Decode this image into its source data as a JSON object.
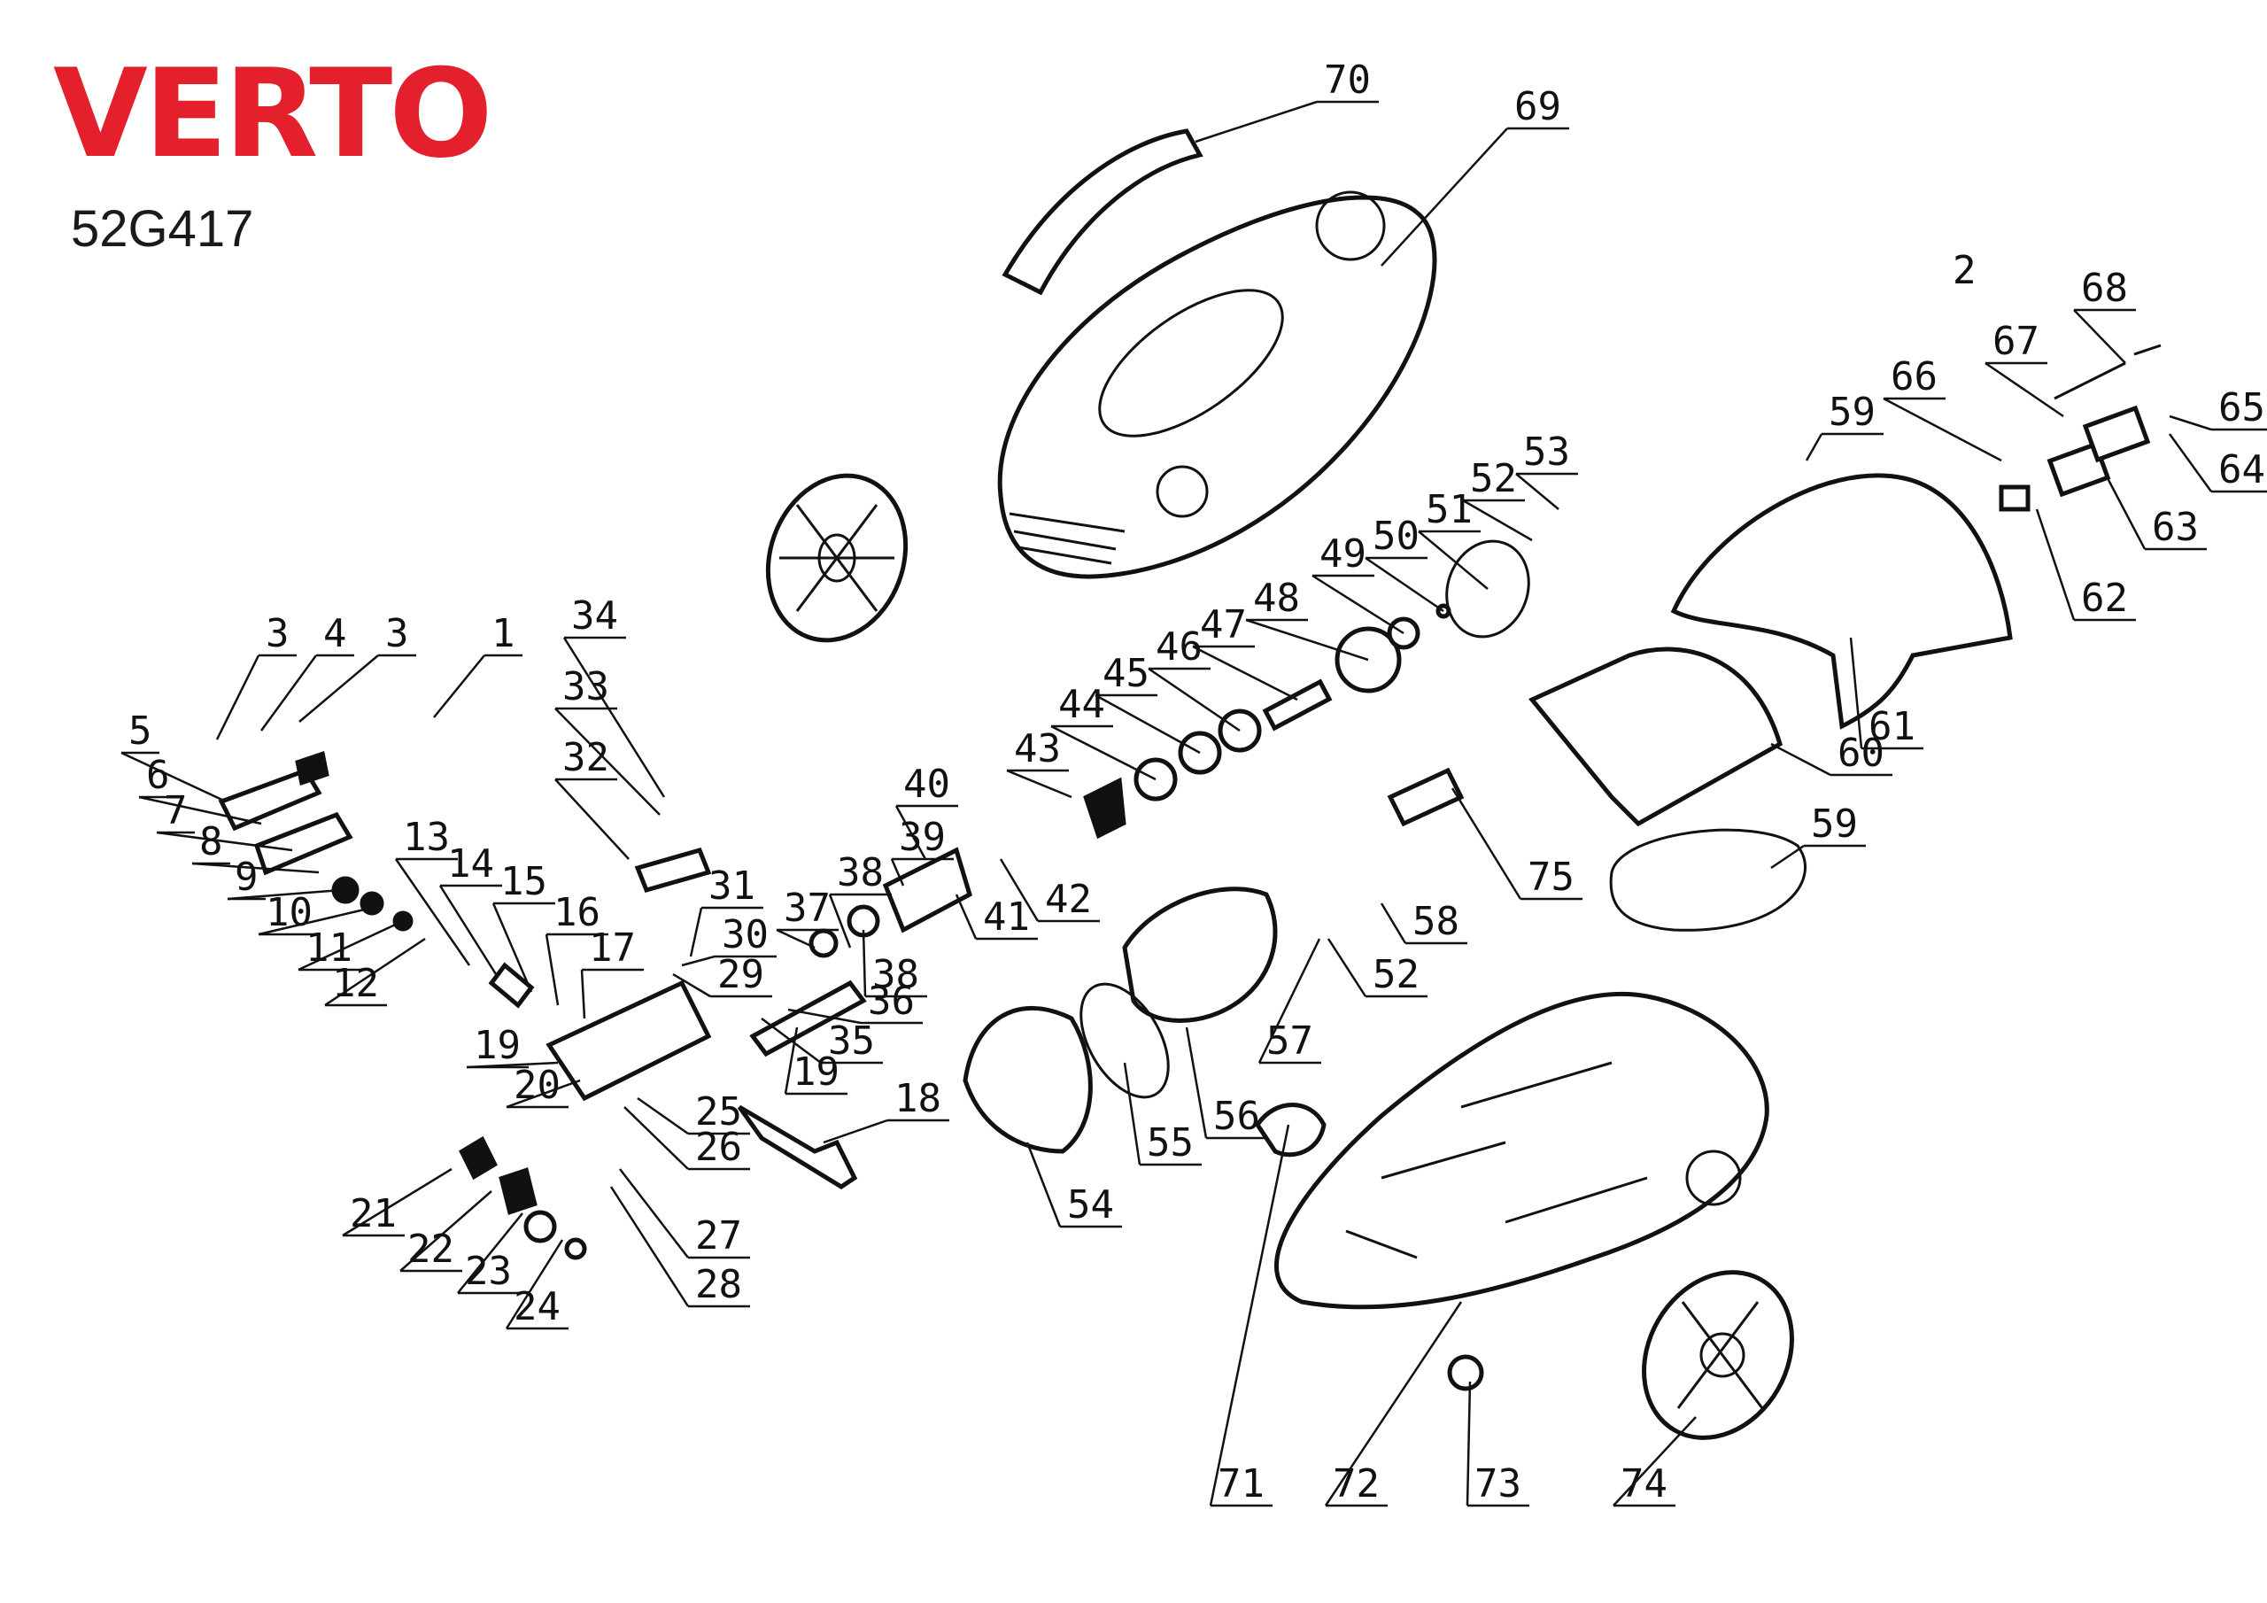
{
  "brand": {
    "name": "VERTO",
    "color": "#e3202b"
  },
  "model": "52G417",
  "labels": [
    "1",
    "2",
    "3",
    "3",
    "4",
    "5",
    "6",
    "7",
    "8",
    "9",
    "10",
    "11",
    "12",
    "13",
    "14",
    "15",
    "16",
    "17",
    "18",
    "19",
    "19",
    "20",
    "21",
    "22",
    "23",
    "24",
    "25",
    "26",
    "27",
    "28",
    "29",
    "30",
    "31",
    "32",
    "33",
    "34",
    "35",
    "36",
    "37",
    "38",
    "38",
    "39",
    "40",
    "41",
    "42",
    "43",
    "44",
    "45",
    "46",
    "47",
    "48",
    "49",
    "50",
    "51",
    "52",
    "52",
    "53",
    "54",
    "55",
    "56",
    "57",
    "58",
    "59",
    "59",
    "60",
    "61",
    "62",
    "63",
    "64",
    "65",
    "66",
    "67",
    "68",
    "69",
    "70",
    "71",
    "72",
    "73",
    "74",
    "75",
    "2"
  ]
}
